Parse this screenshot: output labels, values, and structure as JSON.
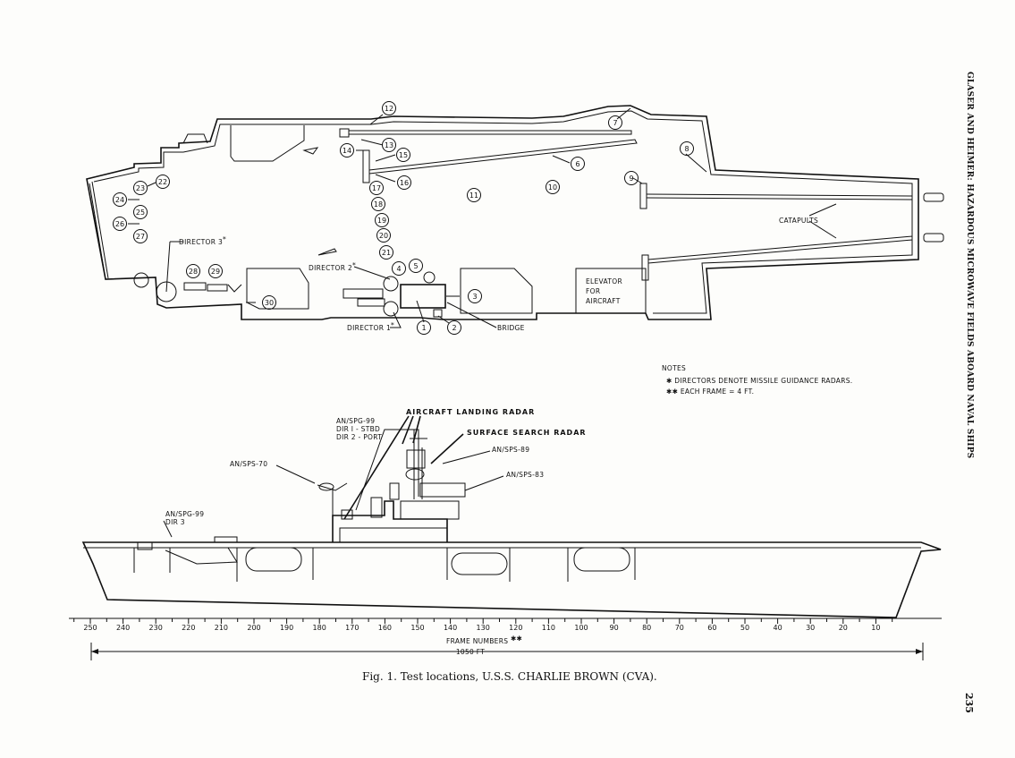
{
  "side_title": "GLASER AND HEIMER: HAZARDOUS MICROWAVE FIELDS ABOARD NAVAL SHIPS",
  "page_number": "235",
  "caption": "Fig. 1.   Test locations, U.S.S. CHARLIE BROWN (CVA).",
  "plan_view": {
    "test_locations": [
      "1",
      "2",
      "3",
      "4",
      "5",
      "6",
      "7",
      "8",
      "9",
      "10",
      "11",
      "12",
      "13",
      "14",
      "15",
      "16",
      "17",
      "18",
      "19",
      "20",
      "21",
      "22",
      "23",
      "24",
      "25",
      "26",
      "27",
      "28",
      "29",
      "30"
    ],
    "labels": {
      "director3": "DIRECTOR 3",
      "director2": "DIRECTOR 2",
      "director1": "DIRECTOR 1",
      "star": "*",
      "bridge": "BRIDGE",
      "elevator": [
        "ELEVATOR",
        "FOR",
        "AIRCRAFT"
      ],
      "catapults": "CATAPULTS"
    }
  },
  "notes": {
    "title": "NOTES",
    "items": [
      "✱  DIRECTORS DENOTE MISSILE GUIDANCE RADARS.",
      "✱✱ EACH FRAME = 4 FT."
    ]
  },
  "side_view": {
    "labels": {
      "aircraft_landing_radar": "AIRCRAFT LANDING RADAR",
      "surface_search_radar": "SURFACE SEARCH RADAR",
      "spg99_top": [
        "AN/SPG-99",
        "DIR I - STBD",
        "DIR 2 - PORT"
      ],
      "sps70": "AN/SPS-70",
      "sps89": "AN/SPS-89",
      "sps83": "AN/SPS-83",
      "spg99_dir3": [
        "AN/SPG-99",
        "DIR 3"
      ]
    }
  },
  "frame_scale": {
    "ticks": [
      "250",
      "240",
      "230",
      "220",
      "210",
      "200",
      "190",
      "180",
      "170",
      "160",
      "150",
      "140",
      "130",
      "120",
      "110",
      "100",
      "90",
      "80",
      "70",
      "60",
      "50",
      "40",
      "30",
      "20",
      "10"
    ],
    "title": "FRAME NUMBERS",
    "title_mark": "✱✱",
    "length": "1050 FT"
  }
}
